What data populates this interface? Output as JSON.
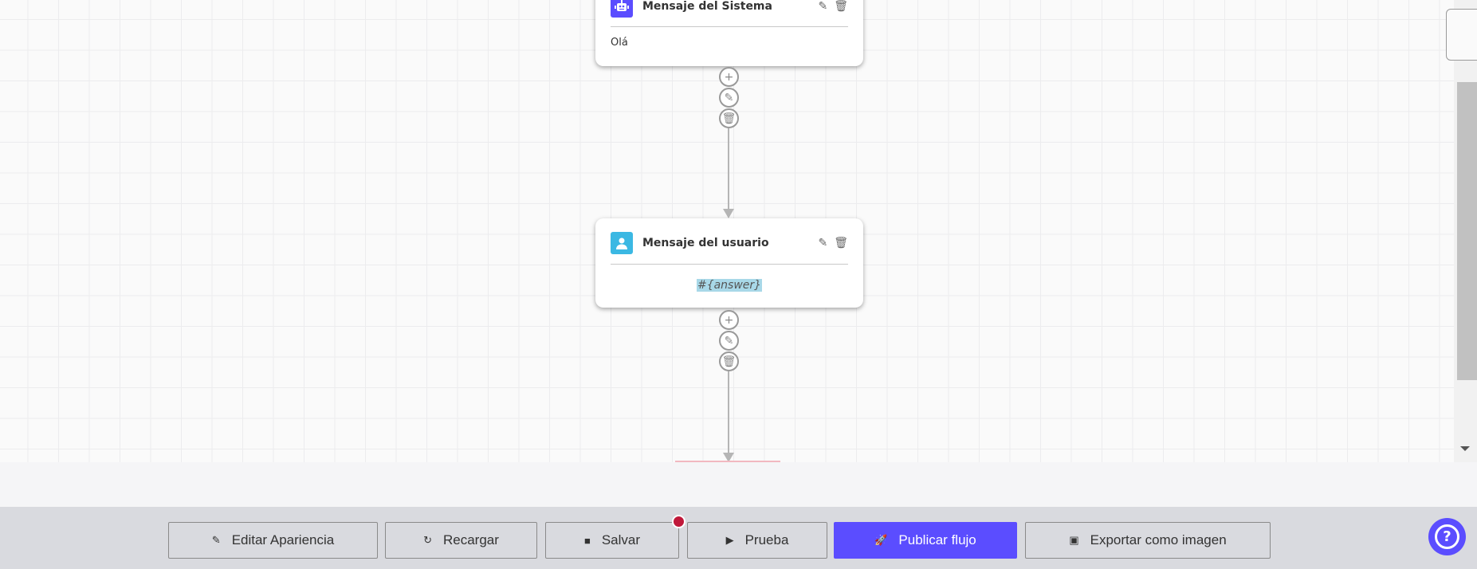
{
  "nodes": [
    {
      "title": "Mensaje del Sistema",
      "icon": "robot-icon",
      "icon_color": "#5b4dff",
      "content": "Olá"
    },
    {
      "title": "Mensaje del usuario",
      "icon": "user-icon",
      "icon_color": "#3bb8e3",
      "content": "#{answer}"
    }
  ],
  "toolbar": {
    "edit_appearance": "Editar Apariencia",
    "reload": "Recargar",
    "save": "Salvar",
    "test": "Prueba",
    "publish": "Publicar flujo",
    "export": "Exportar como imagen"
  },
  "colors": {
    "accent": "#5b4dff",
    "unsaved_dot": "#c0183a",
    "highlight": "#a8d8e8"
  }
}
